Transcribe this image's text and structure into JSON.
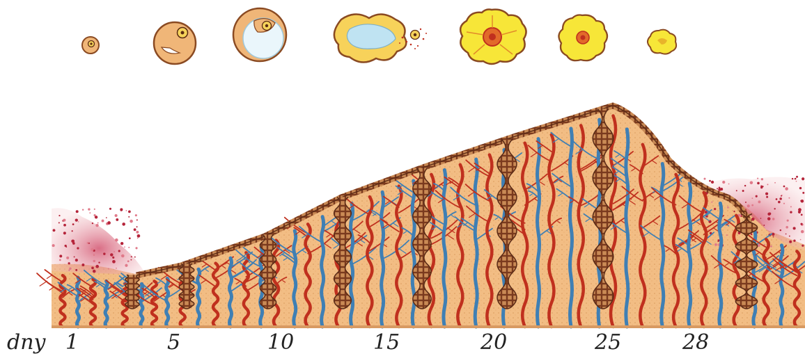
{
  "axis": {
    "unit_label": "dny",
    "ticks": [
      "1",
      "5",
      "10",
      "15",
      "20",
      "25",
      "28"
    ]
  },
  "colors": {
    "tissue": "#f2bd84",
    "tissue_dark": "#e3a46a",
    "epithelium": "#5a2a16",
    "artery": "#c0301e",
    "vein": "#3f7fb4",
    "menstrual": "#c7425a",
    "follicle": "#f0b678",
    "corpus_luteum": "#f7e638",
    "antrum": "#bfe3f2"
  },
  "ovary_stages": [
    {
      "name": "primordial-follicle"
    },
    {
      "name": "primary-follicle"
    },
    {
      "name": "secondary-follicle"
    },
    {
      "name": "ovulation"
    },
    {
      "name": "corpus-luteum"
    },
    {
      "name": "regressing-corpus-luteum"
    },
    {
      "name": "corpus-albicans"
    }
  ]
}
